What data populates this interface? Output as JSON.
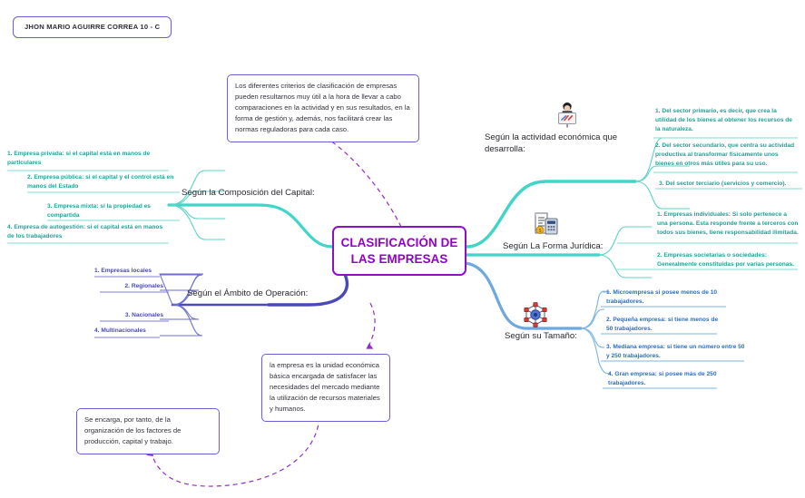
{
  "author_tag": "JHON MARIO AGUIRRE CORREA   10 - C",
  "central_node": {
    "line1": "CLASIFICACIÓN DE",
    "line2": "LAS EMPRESAS"
  },
  "colors": {
    "central_border": "#8e0fc4",
    "central_text": "#9000c8",
    "note_border": "#6a5ed6",
    "branch_teal": "#3fd6c8",
    "branch_teal_dark": "#2fc3b6",
    "branch_indigo": "#4a49b8",
    "branch_blue": "#6fa8dc",
    "connector_dashed": "#8e2fc4"
  },
  "notes": {
    "top": "Los diferentes criterios de clasificación de empresas pueden resultarnos muy útil a la hora de llevar a cabo comparaciones en la actividad y en sus resultados, en la forma de gestión y, además, nos facilitará crear las normas reguladoras para cada caso.",
    "middle": "la empresa es la unidad económica básica encargada de satisfacer las necesidades del mercado mediante la utilización de recursos materiales y humanos.",
    "lower": "Se encarga, por tanto, de la organización de los factores de producción, capital y trabajo."
  },
  "branches": [
    {
      "id": "composicion-capital",
      "title": "Según la Composición del Capital:",
      "side": "left",
      "color": "#3fd6c8",
      "items": [
        "1. Empresa privada: si el capital está en manos de particulares",
        "2. Empresa pública: si el capital y el control está en manos del Estado",
        "3. Empresa mixta: si la propiedad es compartida",
        "4. Empresa de autogestión: si el capital está en manos de los trabajadores"
      ]
    },
    {
      "id": "ambito-operacion",
      "title": "Según el Ámbito de Operación:",
      "side": "left",
      "color": "#4a49b8",
      "items": [
        "1. Empresas locales",
        "2. Regionales",
        "3. Nacionales",
        "4. Multinacionales"
      ]
    },
    {
      "id": "actividad-economica",
      "title": "Según la actividad económica que desarrolla:",
      "side": "right",
      "color": "#3fd6c8",
      "icon": "presenter-board-icon",
      "items": [
        "1. Del sector primario, es decir, que crea la utilidad de los bienes al obtener los recursos de la naturaleza.",
        "2. Del sector secundario, que centra su actividad productiva al transformar físicamente unos bienes en otros más útiles para su uso.",
        "3. Del sector terciario (servicios y comercio)."
      ]
    },
    {
      "id": "forma-juridica",
      "title": "Según La Forma Jurídica:",
      "side": "right",
      "color": "#2fc3b6",
      "icon": "invoice-calculator-icon",
      "items": [
        "1. Empresas individuales: Si solo pertenece a una persona. Esta responde frente a terceros con todos sus bienes, tiene responsabilidad ilimitada.",
        "2. Empresas societarias o sociedades: Generalmente constituidas por varias personas."
      ]
    },
    {
      "id": "tamano",
      "title": "Según su Tamaño:",
      "side": "right",
      "color": "#6fa8dc",
      "icon": "network-node-icon",
      "items": [
        "1. Microempresa si posee menos de 10 trabajadores.",
        "2. Pequeña empresa: si tiene menos de 50 trabajadores.",
        "3. Mediana empresa: si tiene un número entre 50 y 250 trabajadores.",
        "4. Gran empresa: si posee más de 250 trabajadores."
      ]
    }
  ]
}
